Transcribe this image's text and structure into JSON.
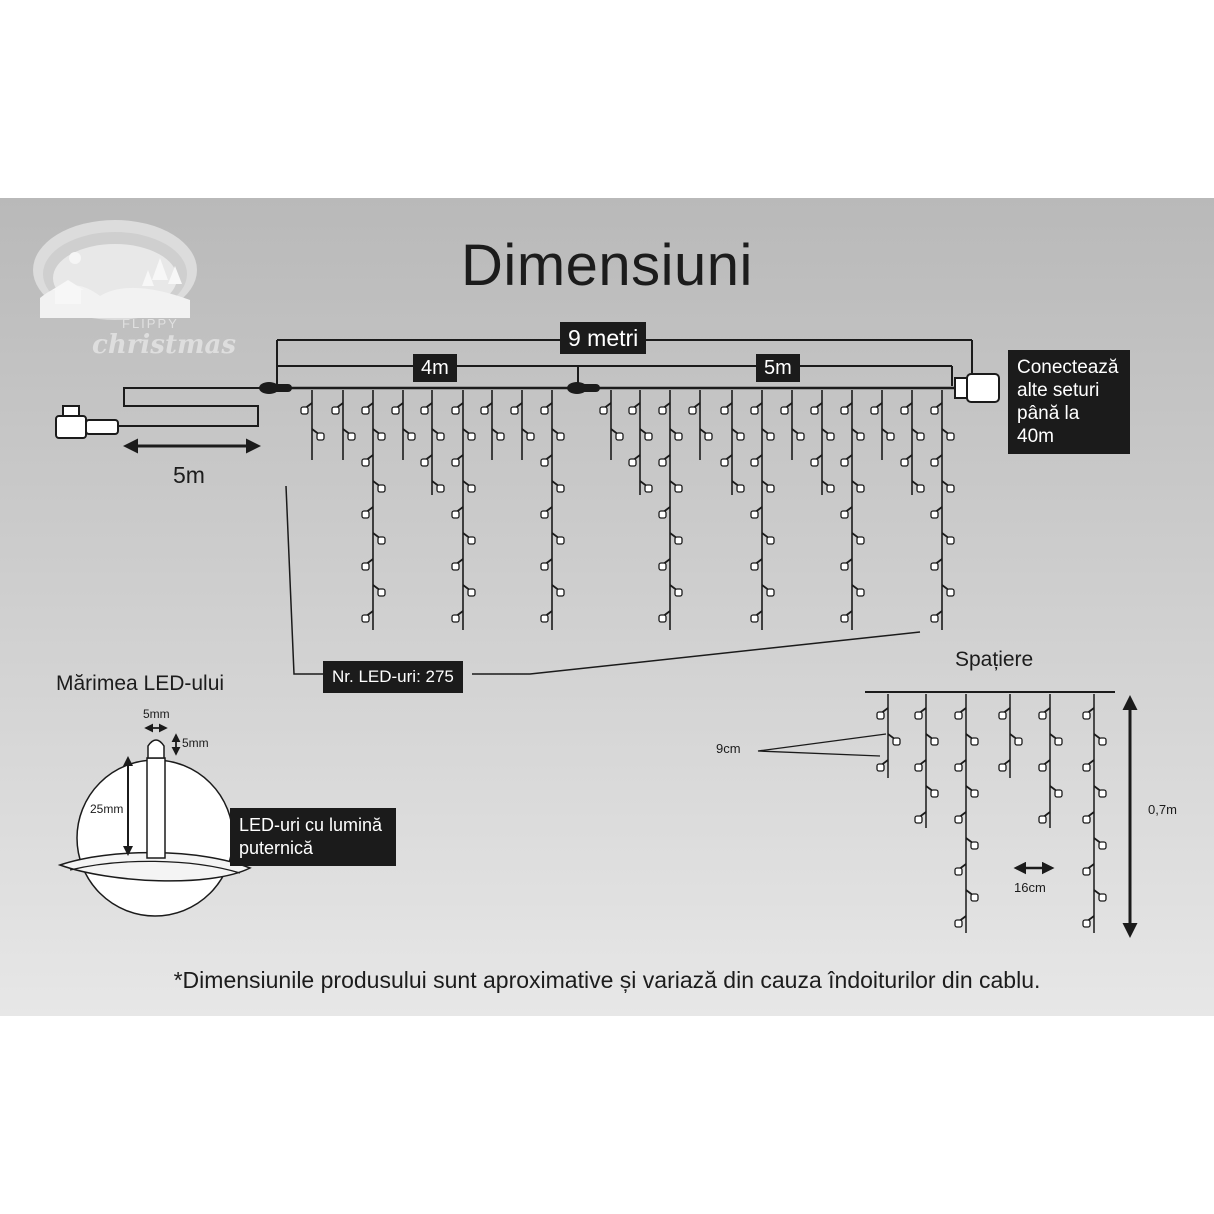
{
  "title": "Dimensiuni",
  "logo": {
    "top_text": "FLIPPY",
    "script_text": "christmas"
  },
  "labels": {
    "total_length": "9 metri",
    "section_left": "4m",
    "section_right": "5m",
    "lead_cable": "5m",
    "connect": [
      "Conectează",
      "alte seturi",
      "până la 40m"
    ],
    "led_count": "Nr. LED-uri: 275"
  },
  "led_size": {
    "heading": "Mărimea LED-ului",
    "width": "5mm",
    "cap": "5mm",
    "height": "25mm",
    "note": [
      "LED-uri cu lumină",
      "puternică"
    ]
  },
  "spacing": {
    "heading": "Spațiere",
    "vertical": "9cm",
    "horizontal": "16cm",
    "drop": "0,7m"
  },
  "footnote": "*Dimensiunile produsului sunt aproximative și variază din cauza îndoiturilor din cablu.",
  "colors": {
    "panel": "#c9c9c9",
    "ink": "#1b1b1b",
    "tag_bg": "#1b1b1b",
    "tag_text": "#ffffff",
    "led": "#ffffff"
  }
}
